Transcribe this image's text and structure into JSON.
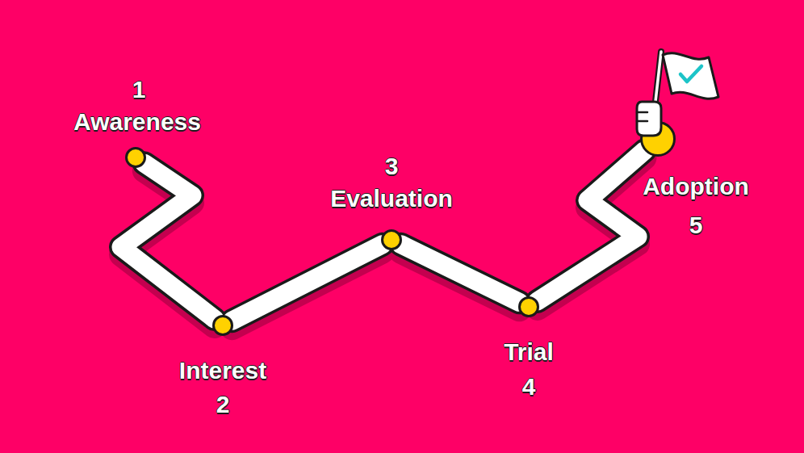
{
  "diagram": {
    "nodes": [
      {
        "text": [
          "1",
          "Awareness"
        ]
      },
      {
        "text": [
          "Interest",
          "2"
        ]
      },
      {
        "text": [
          "3",
          "Evaluation"
        ]
      },
      {
        "text": [
          "Trial",
          "4"
        ]
      },
      {
        "text": [
          "Adoption",
          "5"
        ]
      }
    ],
    "edges": [
      {
        "from": 0,
        "to": 1,
        "arrow": "none"
      },
      {
        "from": 1,
        "to": 2,
        "arrow": "none"
      },
      {
        "from": 2,
        "to": 3,
        "arrow": "none"
      },
      {
        "from": 3,
        "to": 4,
        "arrow": "none"
      }
    ]
  }
}
